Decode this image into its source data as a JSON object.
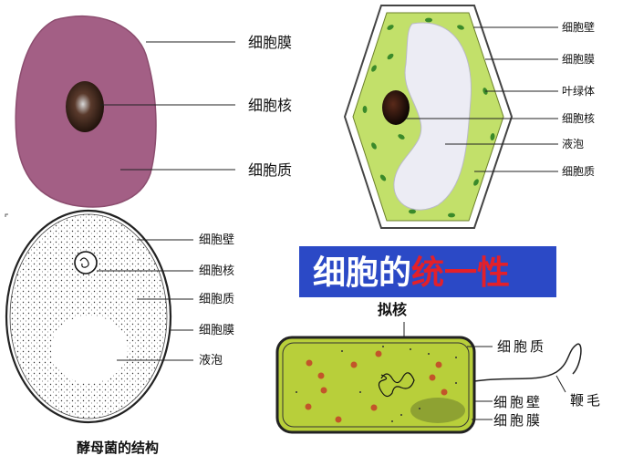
{
  "animal_cell": {
    "labels": [
      "细胞膜",
      "细胞核",
      "细胞质"
    ]
  },
  "plant_cell": {
    "labels": [
      "细胞壁",
      "细胞膜",
      "叶绿体",
      "细胞核",
      "液泡",
      "细胞质"
    ]
  },
  "yeast_cell": {
    "labels": [
      "细胞壁",
      "细胞核",
      "细胞质",
      "细胞膜",
      "液泡"
    ],
    "caption": "酵母菌的结构"
  },
  "title": {
    "part1": "细胞的",
    "part2": "统一性"
  },
  "bacterium": {
    "top_label": "拟核",
    "labels": [
      "细胞质",
      "细胞壁",
      "细胞膜",
      "鞭毛"
    ]
  },
  "colors": {
    "animal_cytoplasm": "#a35f85",
    "plant_cytoplasm": "#c2e06a",
    "title_blue": "#2b49c6",
    "title_red": "#e3202a",
    "bacterium_fill": "#b8cf3a"
  }
}
